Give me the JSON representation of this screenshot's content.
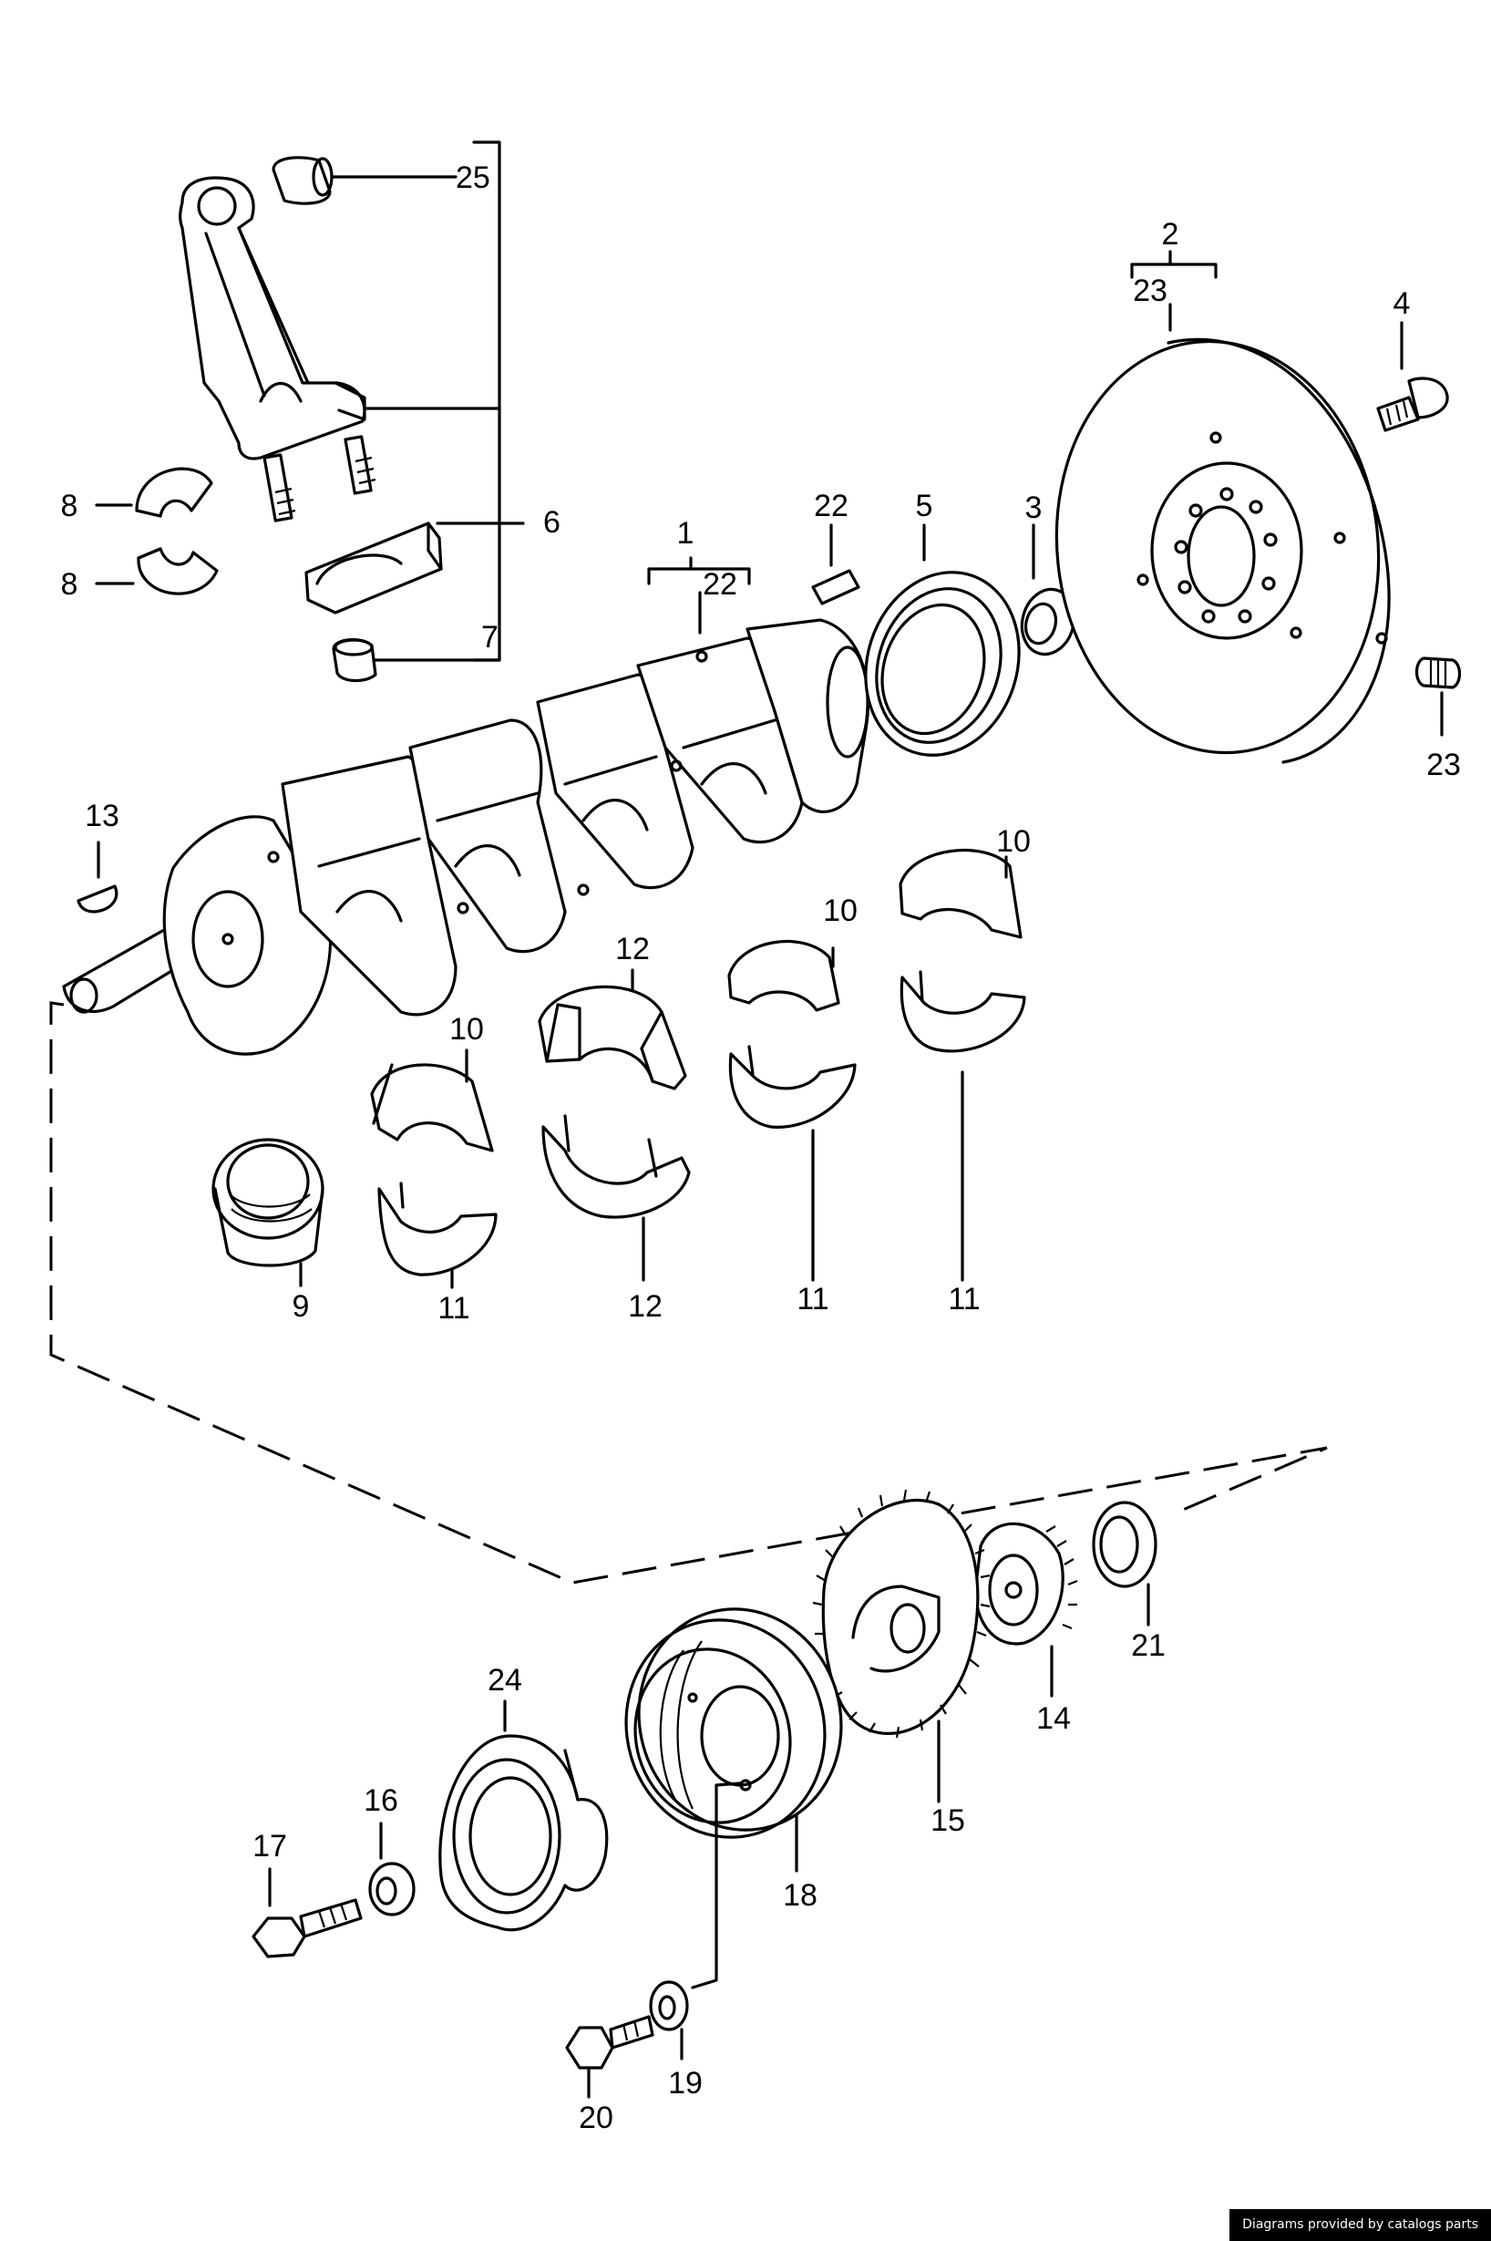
{
  "callouts": {
    "c1": "1",
    "c2": "2",
    "c3": "3",
    "c4": "4",
    "c5": "5",
    "c6": "6",
    "c7": "7",
    "c8a": "8",
    "c8b": "8",
    "c9": "9",
    "c10a": "10",
    "c10b": "10",
    "c10c": "10",
    "c11a": "11",
    "c11b": "11",
    "c11c": "11",
    "c12a": "12",
    "c12b": "12",
    "c13": "13",
    "c14": "14",
    "c15": "15",
    "c16": "16",
    "c17": "17",
    "c18": "18",
    "c19": "19",
    "c20": "20",
    "c21": "21",
    "c22a": "22",
    "c22b": "22",
    "c23a": "23",
    "c23b": "23",
    "c24": "24",
    "c25": "25"
  },
  "credit": "Diagrams provided by catalogs parts"
}
